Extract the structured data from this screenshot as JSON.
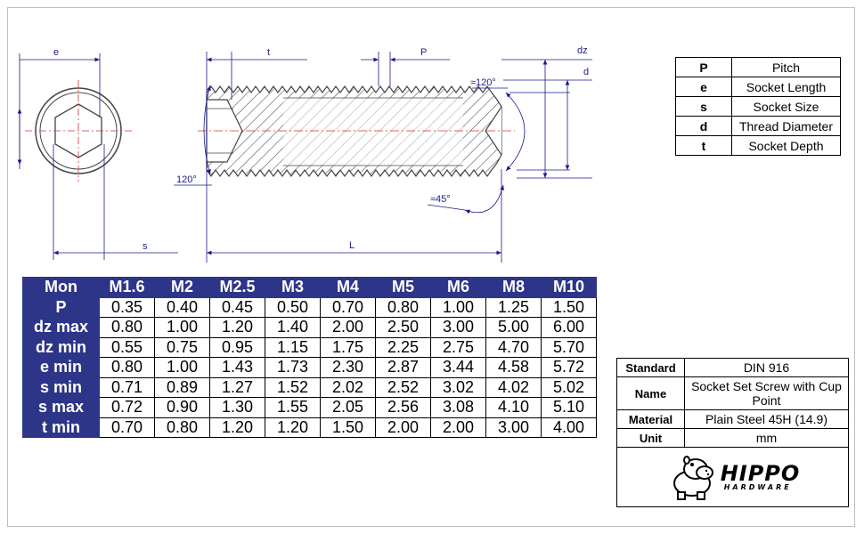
{
  "drawing": {
    "dim_labels": {
      "e": "e",
      "s": "s",
      "t": "t",
      "P": "P",
      "L": "L",
      "dz": "dz",
      "d": "d"
    },
    "angles": {
      "a120_top": "≈120°",
      "a120_left": "120°",
      "a45": "≈45°"
    },
    "colors": {
      "line": "#1a1a8c",
      "hatch": "#555555"
    }
  },
  "legend": [
    {
      "key": "P",
      "value": "Pitch"
    },
    {
      "key": "e",
      "value": "Socket Length"
    },
    {
      "key": "s",
      "value": "Socket Size"
    },
    {
      "key": "d",
      "value": "Thread Diameter"
    },
    {
      "key": "t",
      "value": "Socket Depth"
    }
  ],
  "spec_table": {
    "header_color": "#2d3589",
    "columns": [
      "Mon",
      "M1.6",
      "M2",
      "M2.5",
      "M3",
      "M4",
      "M5",
      "M6",
      "M8",
      "M10"
    ],
    "rows": [
      {
        "label": "P",
        "values": [
          "0.35",
          "0.40",
          "0.45",
          "0.50",
          "0.70",
          "0.80",
          "1.00",
          "1.25",
          "1.50"
        ]
      },
      {
        "label": "dz max",
        "values": [
          "0.80",
          "1.00",
          "1.20",
          "1.40",
          "2.00",
          "2.50",
          "3.00",
          "5.00",
          "6.00"
        ]
      },
      {
        "label": "dz min",
        "values": [
          "0.55",
          "0.75",
          "0.95",
          "1.15",
          "1.75",
          "2.25",
          "2.75",
          "4.70",
          "5.70"
        ]
      },
      {
        "label": "e min",
        "values": [
          "0.80",
          "1.00",
          "1.43",
          "1.73",
          "2.30",
          "2.87",
          "3.44",
          "4.58",
          "5.72"
        ]
      },
      {
        "label": "s min",
        "values": [
          "0.71",
          "0.89",
          "1.27",
          "1.52",
          "2.02",
          "2.52",
          "3.02",
          "4.02",
          "5.02"
        ]
      },
      {
        "label": "s max",
        "values": [
          "0.72",
          "0.90",
          "1.30",
          "1.55",
          "2.05",
          "2.56",
          "3.08",
          "4.10",
          "5.10"
        ]
      },
      {
        "label": "t min",
        "values": [
          "0.70",
          "0.80",
          "1.20",
          "1.20",
          "1.50",
          "2.00",
          "2.00",
          "3.00",
          "4.00"
        ]
      }
    ]
  },
  "info": {
    "standard_label": "Standard",
    "standard_value": "DIN 916",
    "name_label": "Name",
    "name_value": "Socket Set Screw with Cup Point",
    "material_label": "Material",
    "material_value": "Plain Steel 45H (14.9)",
    "unit_label": "Unit",
    "unit_value": "mm",
    "brand_line1": "HIPPO",
    "brand_line2": "HARDWARE",
    "logo_icon": "hippo-mascot-icon"
  }
}
